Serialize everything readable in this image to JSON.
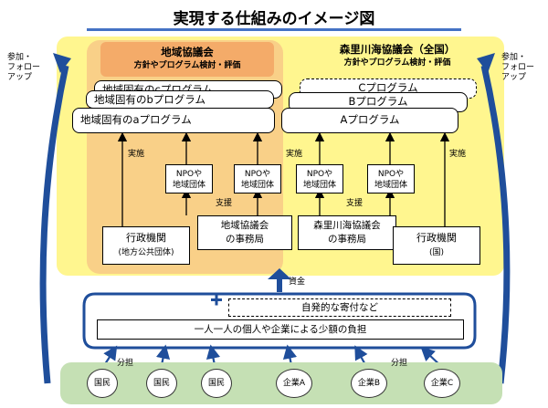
{
  "title": "実現する仕組みのイメージ図",
  "local_council": {
    "name": "地域協議会",
    "role": "方針やプログラム検討・評価"
  },
  "national_council": {
    "name": "森里川海協議会（全国）",
    "role": "方針やプログラム検討・評価"
  },
  "programs_local": [
    "地域固有のcプログラム",
    "地域固有のbプログラム",
    "地域固有のaプログラム"
  ],
  "programs_national": [
    "Cプログラム",
    "Bプログラム",
    "Aプログラム"
  ],
  "npo": [
    "NPOや\n地域団体",
    "NPOや\n地域団体",
    "NPOや\n地域団体",
    "NPOや\n地域団体"
  ],
  "labels": {
    "implement": "実施",
    "support": "支援",
    "funds": "資金",
    "share": "分担",
    "participate": "参加・\nフォロー\nアップ"
  },
  "gov_local": {
    "name": "行政機関",
    "sub": "(地方公共団体)"
  },
  "gov_national": {
    "name": "行政機関",
    "sub": "(国)"
  },
  "secretariat_local": "地域協議会\nの事務局",
  "secretariat_national": "森里川海協議会\nの事務局",
  "funding": {
    "voluntary": "自発的な寄付など",
    "small": "一人一人の個人や企業による少額の負担"
  },
  "contributors": [
    "国民",
    "国民",
    "国民",
    "企業A",
    "企業B",
    "企業C"
  ]
}
